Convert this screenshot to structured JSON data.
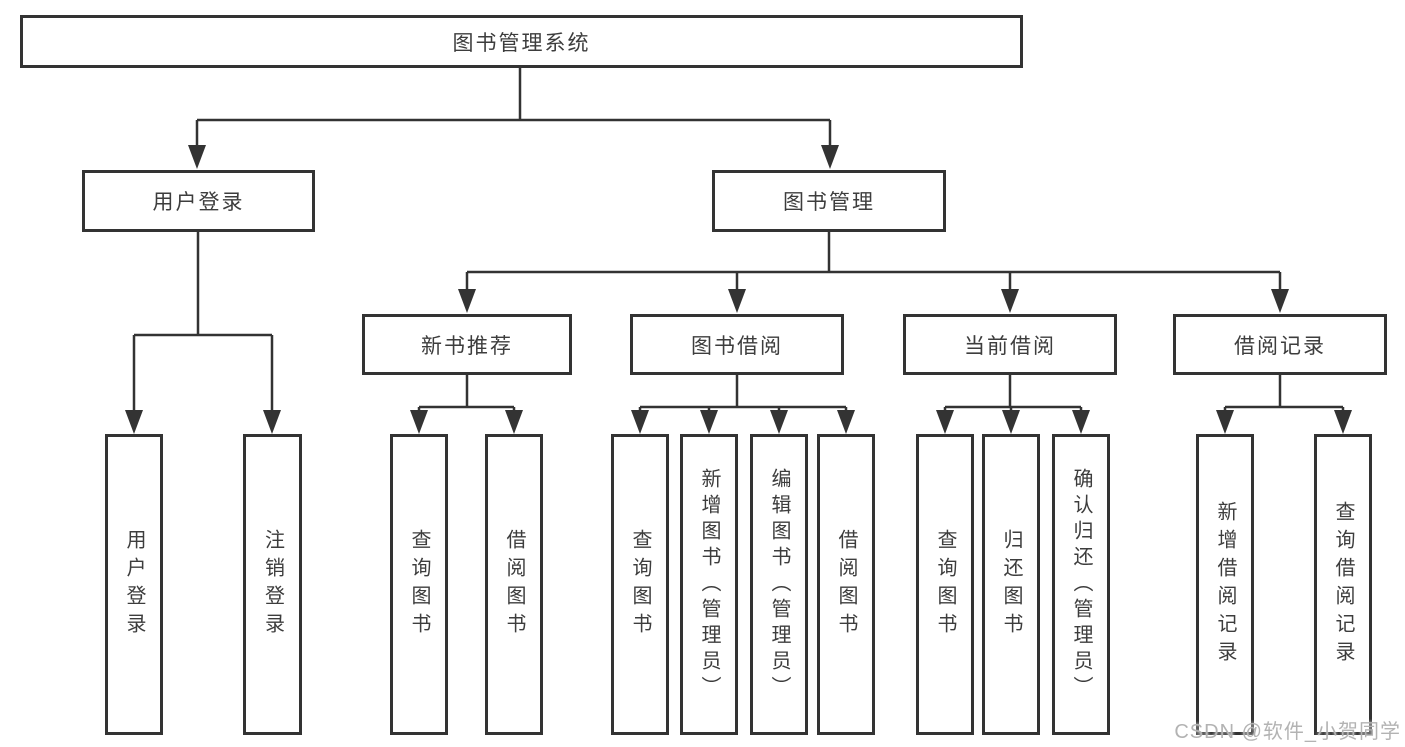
{
  "diagram": {
    "root": {
      "label": "图书管理系统",
      "children": [
        {
          "label": "用户登录",
          "children": [
            {
              "label": "用户登录"
            },
            {
              "label": "注销登录"
            }
          ]
        },
        {
          "label": "图书管理",
          "children": [
            {
              "label": "新书推荐",
              "children": [
                {
                  "label": "查询图书"
                },
                {
                  "label": "借阅图书"
                }
              ]
            },
            {
              "label": "图书借阅",
              "children": [
                {
                  "label": "查询图书"
                },
                {
                  "label": "新增图书（管理员）"
                },
                {
                  "label": "编辑图书（管理员）"
                },
                {
                  "label": "借阅图书"
                }
              ]
            },
            {
              "label": "当前借阅",
              "children": [
                {
                  "label": "查询图书"
                },
                {
                  "label": "归还图书"
                },
                {
                  "label": "确认归还（管理员）"
                }
              ]
            },
            {
              "label": "借阅记录",
              "children": [
                {
                  "label": "新增借阅记录"
                },
                {
                  "label": "查询借阅记录"
                }
              ]
            }
          ]
        }
      ]
    }
  },
  "watermark": "CSDN @软件_小贺同学",
  "colors": {
    "line": "#333333",
    "text": "#3d3d3d",
    "watermark": "#b3b3b3",
    "background": "#ffffff"
  }
}
